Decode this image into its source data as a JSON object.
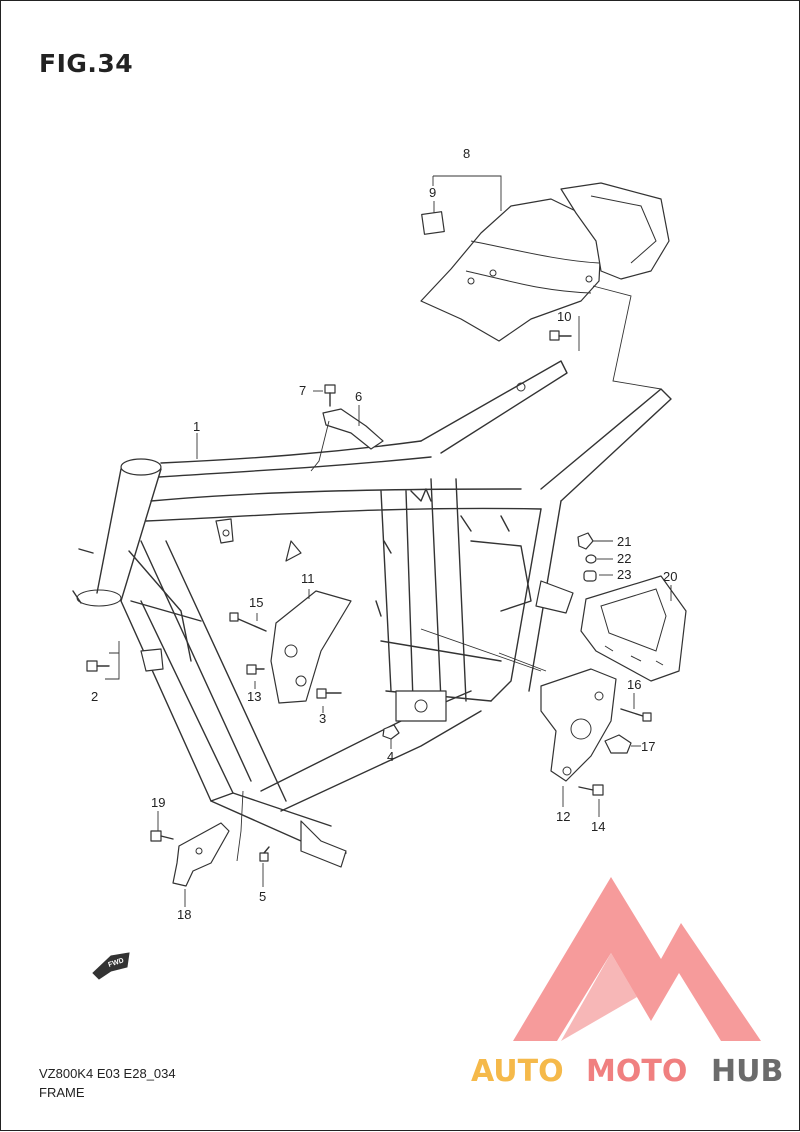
{
  "figure": {
    "title": "FIG.34",
    "model_code": "VZ800K4 E03 E28_034",
    "section_name": "FRAME"
  },
  "direction_badge": "FWD",
  "callouts": [
    {
      "id": "c1",
      "label": "1"
    },
    {
      "id": "c2",
      "label": "2"
    },
    {
      "id": "c3",
      "label": "3"
    },
    {
      "id": "c4",
      "label": "4"
    },
    {
      "id": "c5",
      "label": "5"
    },
    {
      "id": "c6",
      "label": "6"
    },
    {
      "id": "c7",
      "label": "7"
    },
    {
      "id": "c8",
      "label": "8"
    },
    {
      "id": "c9",
      "label": "9"
    },
    {
      "id": "c10",
      "label": "10"
    },
    {
      "id": "c11",
      "label": "11"
    },
    {
      "id": "c12",
      "label": "12"
    },
    {
      "id": "c13",
      "label": "13"
    },
    {
      "id": "c14",
      "label": "14"
    },
    {
      "id": "c15",
      "label": "15"
    },
    {
      "id": "c16",
      "label": "16"
    },
    {
      "id": "c17",
      "label": "17"
    },
    {
      "id": "c18",
      "label": "18"
    },
    {
      "id": "c19",
      "label": "19"
    },
    {
      "id": "c20",
      "label": "20"
    },
    {
      "id": "c21",
      "label": "21"
    },
    {
      "id": "c22",
      "label": "22"
    },
    {
      "id": "c23",
      "label": "23"
    }
  ],
  "watermark": {
    "part1": "AUTO",
    "part2": "MOTO",
    "part3": "HUB",
    "color_orange": "#f5b94a",
    "color_red": "#f08080",
    "color_gray": "#6b6b6b"
  }
}
